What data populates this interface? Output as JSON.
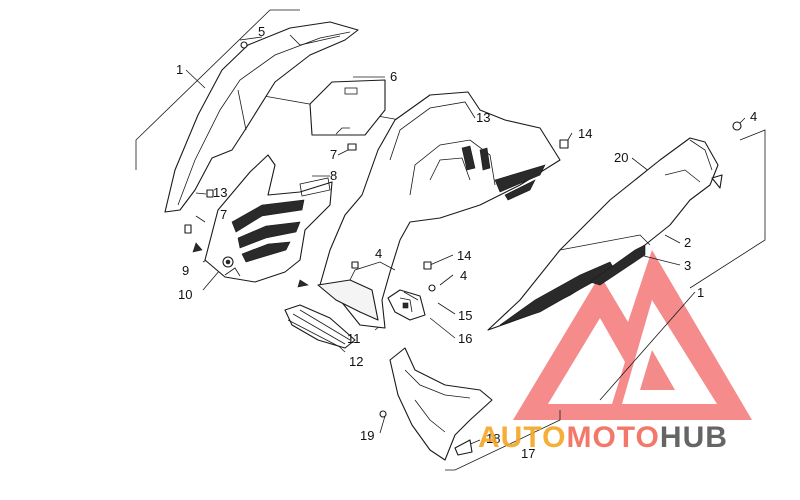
{
  "diagram": {
    "callouts": [
      {
        "id": "c1a",
        "text": "1"
      },
      {
        "id": "c5",
        "text": "5"
      },
      {
        "id": "c6",
        "text": "6"
      },
      {
        "id": "c7a",
        "text": "7"
      },
      {
        "id": "c8",
        "text": "8"
      },
      {
        "id": "c13a",
        "text": "13"
      },
      {
        "id": "c7b",
        "text": "7"
      },
      {
        "id": "c9",
        "text": "9"
      },
      {
        "id": "c10",
        "text": "10"
      },
      {
        "id": "c13b",
        "text": "13"
      },
      {
        "id": "c14a",
        "text": "14"
      },
      {
        "id": "c4a",
        "text": "4"
      },
      {
        "id": "c14b",
        "text": "14"
      },
      {
        "id": "c4b",
        "text": "4"
      },
      {
        "id": "c15",
        "text": "15"
      },
      {
        "id": "c11",
        "text": "11"
      },
      {
        "id": "c16",
        "text": "16"
      },
      {
        "id": "c12",
        "text": "12"
      },
      {
        "id": "c4c",
        "text": "4"
      },
      {
        "id": "c20",
        "text": "20"
      },
      {
        "id": "c2",
        "text": "2"
      },
      {
        "id": "c3",
        "text": "3"
      },
      {
        "id": "c1b",
        "text": "1"
      },
      {
        "id": "c19",
        "text": "19"
      },
      {
        "id": "c18",
        "text": "18"
      },
      {
        "id": "c17",
        "text": "17"
      }
    ]
  },
  "watermark": {
    "part1": "AUTO",
    "part2": "MOTO",
    "part3": "HUB",
    "color1": "#f5a623",
    "color2": "#f26a5a",
    "color3": "#555555",
    "logo_color": "#ef4a4a"
  }
}
